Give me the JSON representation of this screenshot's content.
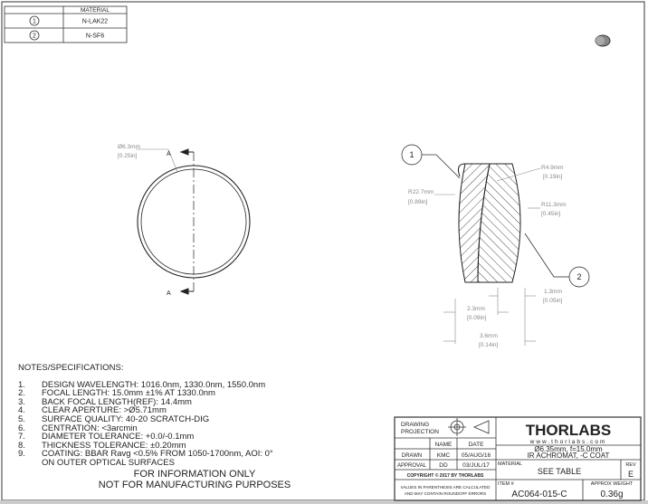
{
  "material_table": {
    "header": "MATERIAL",
    "rows": [
      {
        "id": "1",
        "material": "N-LAK22"
      },
      {
        "id": "2",
        "material": "N-SF6"
      }
    ]
  },
  "front_view": {
    "diameter": "Ø6.3mm",
    "diameter_in": "[0.25in]",
    "section_label": "A"
  },
  "section_view": {
    "balloons": [
      "1",
      "2"
    ],
    "r1": "R22.7mm",
    "r1_in": "[0.89in]",
    "r2": "R4.9mm",
    "r2_in": "[0.19in]",
    "r3": "R11.3mm",
    "r3_in": "[0.45in]",
    "t2": "1.3mm",
    "t2_in": "[0.05in]",
    "t1": "2.3mm",
    "t1_in": "[0.09in]",
    "total": "3.6mm",
    "total_in": "[0.14in]"
  },
  "notes": {
    "heading": "NOTES/SPECIFICATIONS:",
    "items": [
      {
        "n": "1.",
        "text": "DESIGN WAVELENGTH: 1016.0nm, 1330.0nm, 1550.0nm"
      },
      {
        "n": "2.",
        "text": "FOCAL LENGTH: 15.0mm ±1% AT 1330.0nm"
      },
      {
        "n": "3.",
        "text": "BACK FOCAL LENGTH(REF): 14.4mm"
      },
      {
        "n": "4.",
        "text": "CLEAR APERTURE: >Ø5.71mm"
      },
      {
        "n": "5.",
        "text": "SURFACE QUALITY: 40-20 SCRATCH-DIG"
      },
      {
        "n": "6.",
        "text": "CENTRATION: <3arcmin"
      },
      {
        "n": "7.",
        "text": "DIAMETER TOLERANCE: +0.0/-0.1mm"
      },
      {
        "n": "8.",
        "text": "THICKNESS TOLERANCE: ±0.20mm"
      },
      {
        "n": "9.",
        "text": "COATING: BBAR Ravg <0.5% FROM 1050-1700nm, AOI: 0°"
      },
      {
        "n": "",
        "text": "ON OUTER OPTICAL SURFACES"
      }
    ]
  },
  "disclaimer": [
    "FOR INFORMATION ONLY",
    "NOT FOR MANUFACTURING PURPOSES"
  ],
  "title_block": {
    "projection_label_1": "DRAWING",
    "projection_label_2": "PROJECTION",
    "name_h": "NAME",
    "date_h": "DATE",
    "drawn": "DRAWN",
    "drawn_name": "KMC",
    "drawn_date": "05/AUG/16",
    "approval": "APPROVAL",
    "approval_name": "DD",
    "approval_date": "03/JUL/17",
    "copyright": "COPYRIGHT © 2017 BY THORLABS",
    "values_note_1": "VALUES IN PARENTHESIS ARE CALCULATED",
    "values_note_2": "AND MAY CONTAIN ROUNDOFF ERRORS",
    "logo": "THORLABS",
    "website": "www.thorlabs.com",
    "description_1": "Ø6.35mm, f=15.0mm",
    "description_2": "IR ACHROMAT, -C COAT",
    "material_h": "MATERIAL",
    "material": "SEE TABLE",
    "rev_h": "REV",
    "rev": "E",
    "item_h": "ITEM #",
    "item": "AC064-015-C",
    "weight_h": "APPROX WEIGHT",
    "weight": "0.36g"
  }
}
